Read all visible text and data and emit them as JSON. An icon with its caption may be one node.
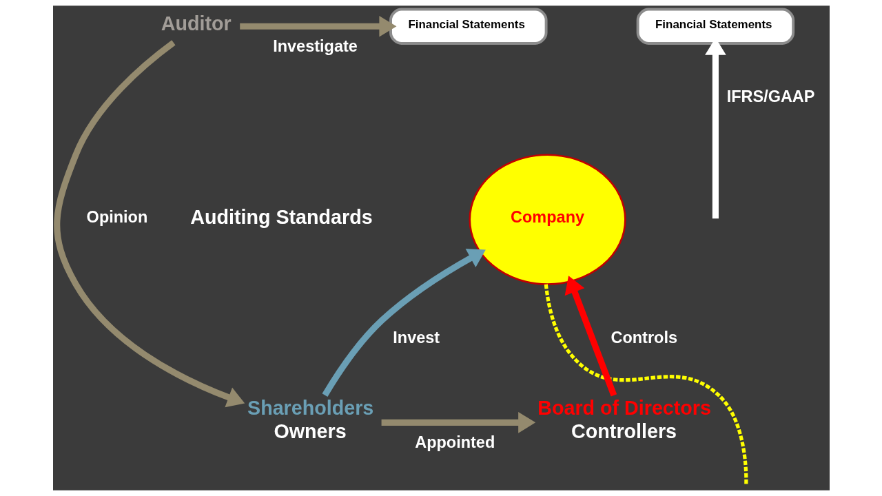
{
  "diagram": {
    "nodes": [
      {
        "text": [
          "Auditor"
        ]
      },
      {
        "text": [
          "Financial Statements"
        ]
      },
      {
        "text": [
          "Financial Statements"
        ]
      },
      {
        "text": [
          "Company"
        ]
      },
      {
        "text": [
          "Shareholders"
        ],
        "beside": [
          "Owners"
        ]
      },
      {
        "text": [
          "Board of Directors"
        ],
        "beside": [
          "Controllers"
        ]
      }
    ],
    "edges": [
      {
        "from": 0,
        "to": 1,
        "arrow": "to",
        "label": "Investigate"
      },
      {
        "from": 0,
        "to": 4,
        "arrow": "to",
        "label": "Opinion"
      },
      {
        "from": 4,
        "to": 3,
        "arrow": "to",
        "label": "Invest",
        "color": "#6a9fb5"
      },
      {
        "from": 5,
        "to": 3,
        "arrow": "to",
        "label": "Controls",
        "color": "#ff0000"
      },
      {
        "from": null,
        "to": 2,
        "arrow": "to",
        "label": "IFRS/GAAP",
        "color": "#ffffff"
      },
      {
        "from": 4,
        "to": 5,
        "arrow": "to",
        "label": "Appointed"
      },
      {
        "from": 3,
        "to": null,
        "arrow": "none",
        "style": "dashed",
        "color": "#ffff00"
      }
    ],
    "labels": [
      "Auditing Standards"
    ]
  }
}
